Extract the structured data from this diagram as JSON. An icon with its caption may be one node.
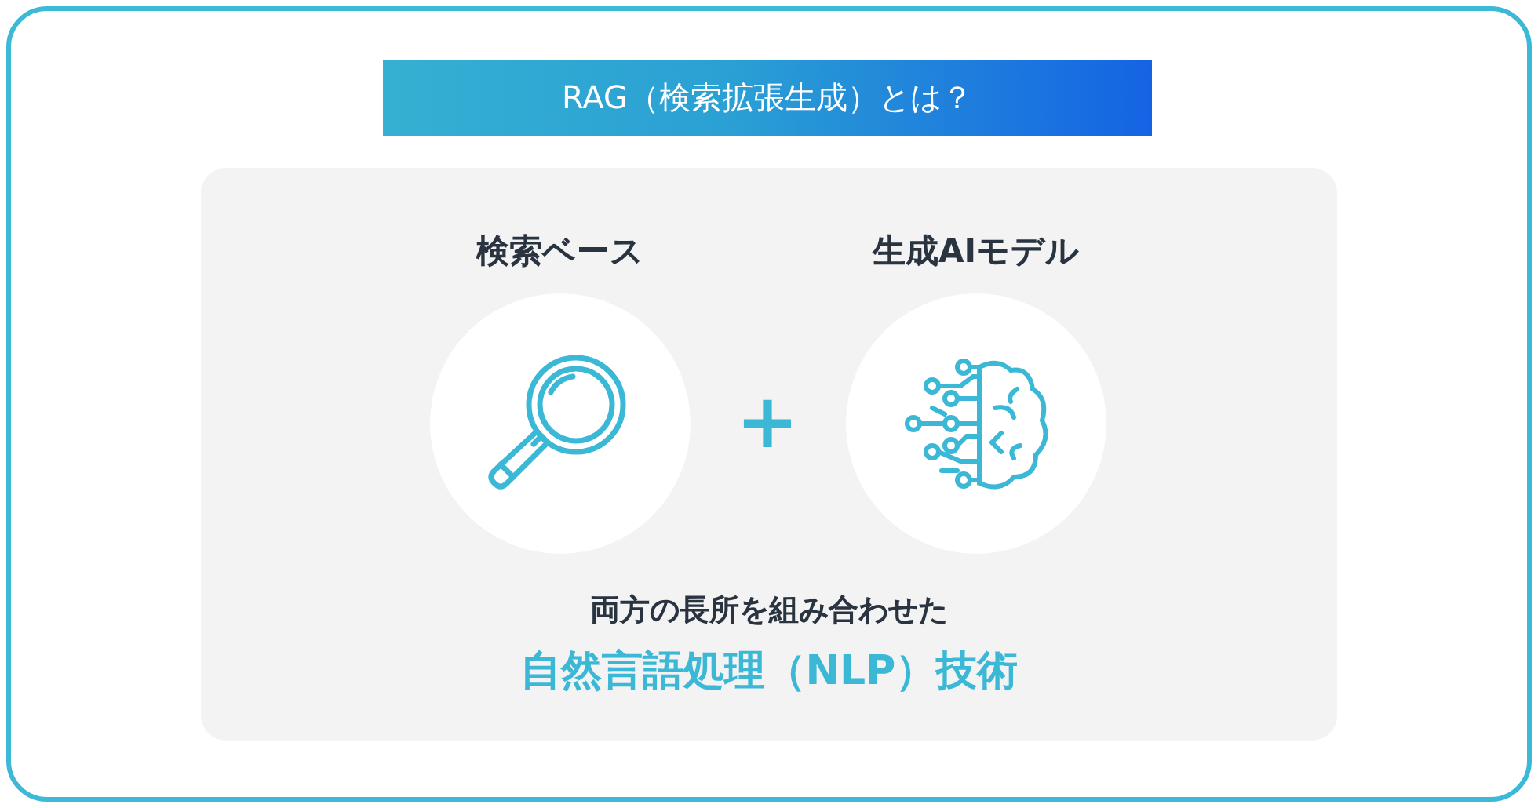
{
  "diagram": {
    "title": "RAG（検索拡張生成）とは？",
    "nodes": [
      {
        "text": [
          "両方の長所を組み合わせた",
          "自然言語処理（NLP）技術"
        ]
      },
      {
        "text": [
          "検索ベース"
        ],
        "in": 0
      },
      {
        "text": [
          "生成AIモデル"
        ],
        "in": 0
      }
    ],
    "labels": [
      "+"
    ]
  }
}
